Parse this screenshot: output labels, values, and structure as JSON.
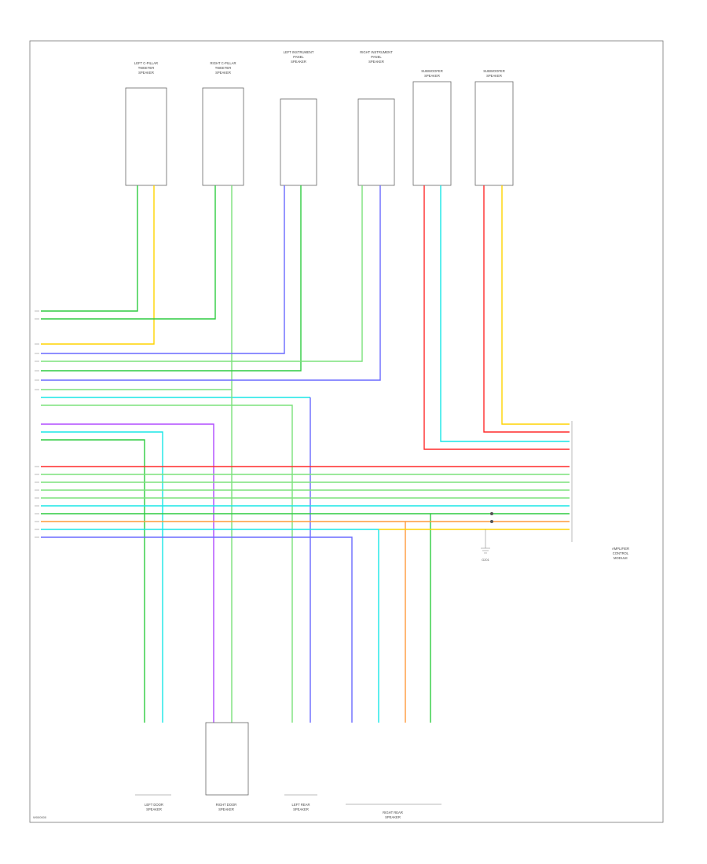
{
  "diagram": {
    "modules": [
      {
        "id": "lf-speaker",
        "label_lines": [
          "LEFT C-PILLAR",
          "TWEETER",
          "SPEAKER"
        ]
      },
      {
        "id": "rf-speaker",
        "label_lines": [
          "RIGHT C-PILLAR",
          "TWEETER",
          "SPEAKER"
        ]
      },
      {
        "id": "lf-door-speaker",
        "label_lines": [
          "LEFT INSTRUMENT",
          "PANEL",
          "SPEAKER"
        ]
      },
      {
        "id": "rf-door-speaker",
        "label_lines": [
          "RIGHT INSTRUMENT",
          "PANEL",
          "SPEAKER"
        ]
      },
      {
        "id": "subwoofer-1",
        "label_lines": [
          "SUBWOOFER",
          "SPEAKER"
        ]
      },
      {
        "id": "subwoofer-2",
        "label_lines": [
          "SUBWOOFER",
          "SPEAKER"
        ]
      }
    ],
    "bottom_modules": [
      {
        "id": "lr-door",
        "label_lines": [
          "LEFT DOOR",
          "SPEAKER"
        ]
      },
      {
        "id": "rr-door",
        "label_lines": [
          "RIGHT DOOR",
          "SPEAKER"
        ]
      },
      {
        "id": "lr-rear",
        "label_lines": [
          "LEFT REAR",
          "SPEAKER"
        ]
      },
      {
        "id": "rr-rear",
        "label_lines": [
          "RIGHT REAR",
          "SPEAKER"
        ]
      }
    ],
    "amplifier_label": [
      "AMPLIFIER",
      "CONTROL",
      "MODULE"
    ],
    "ground_label": "G201",
    "footer_code": "W000000",
    "wire_colors": {
      "green": "#2ecc40",
      "yellow": "#ffd400",
      "orange": "#ff9a3c",
      "blue": "#6a6aff",
      "violet": "#b04bff",
      "red": "#ff2a2a",
      "cyan": "#19e6e6",
      "lightgreen": "#7be27b"
    }
  }
}
